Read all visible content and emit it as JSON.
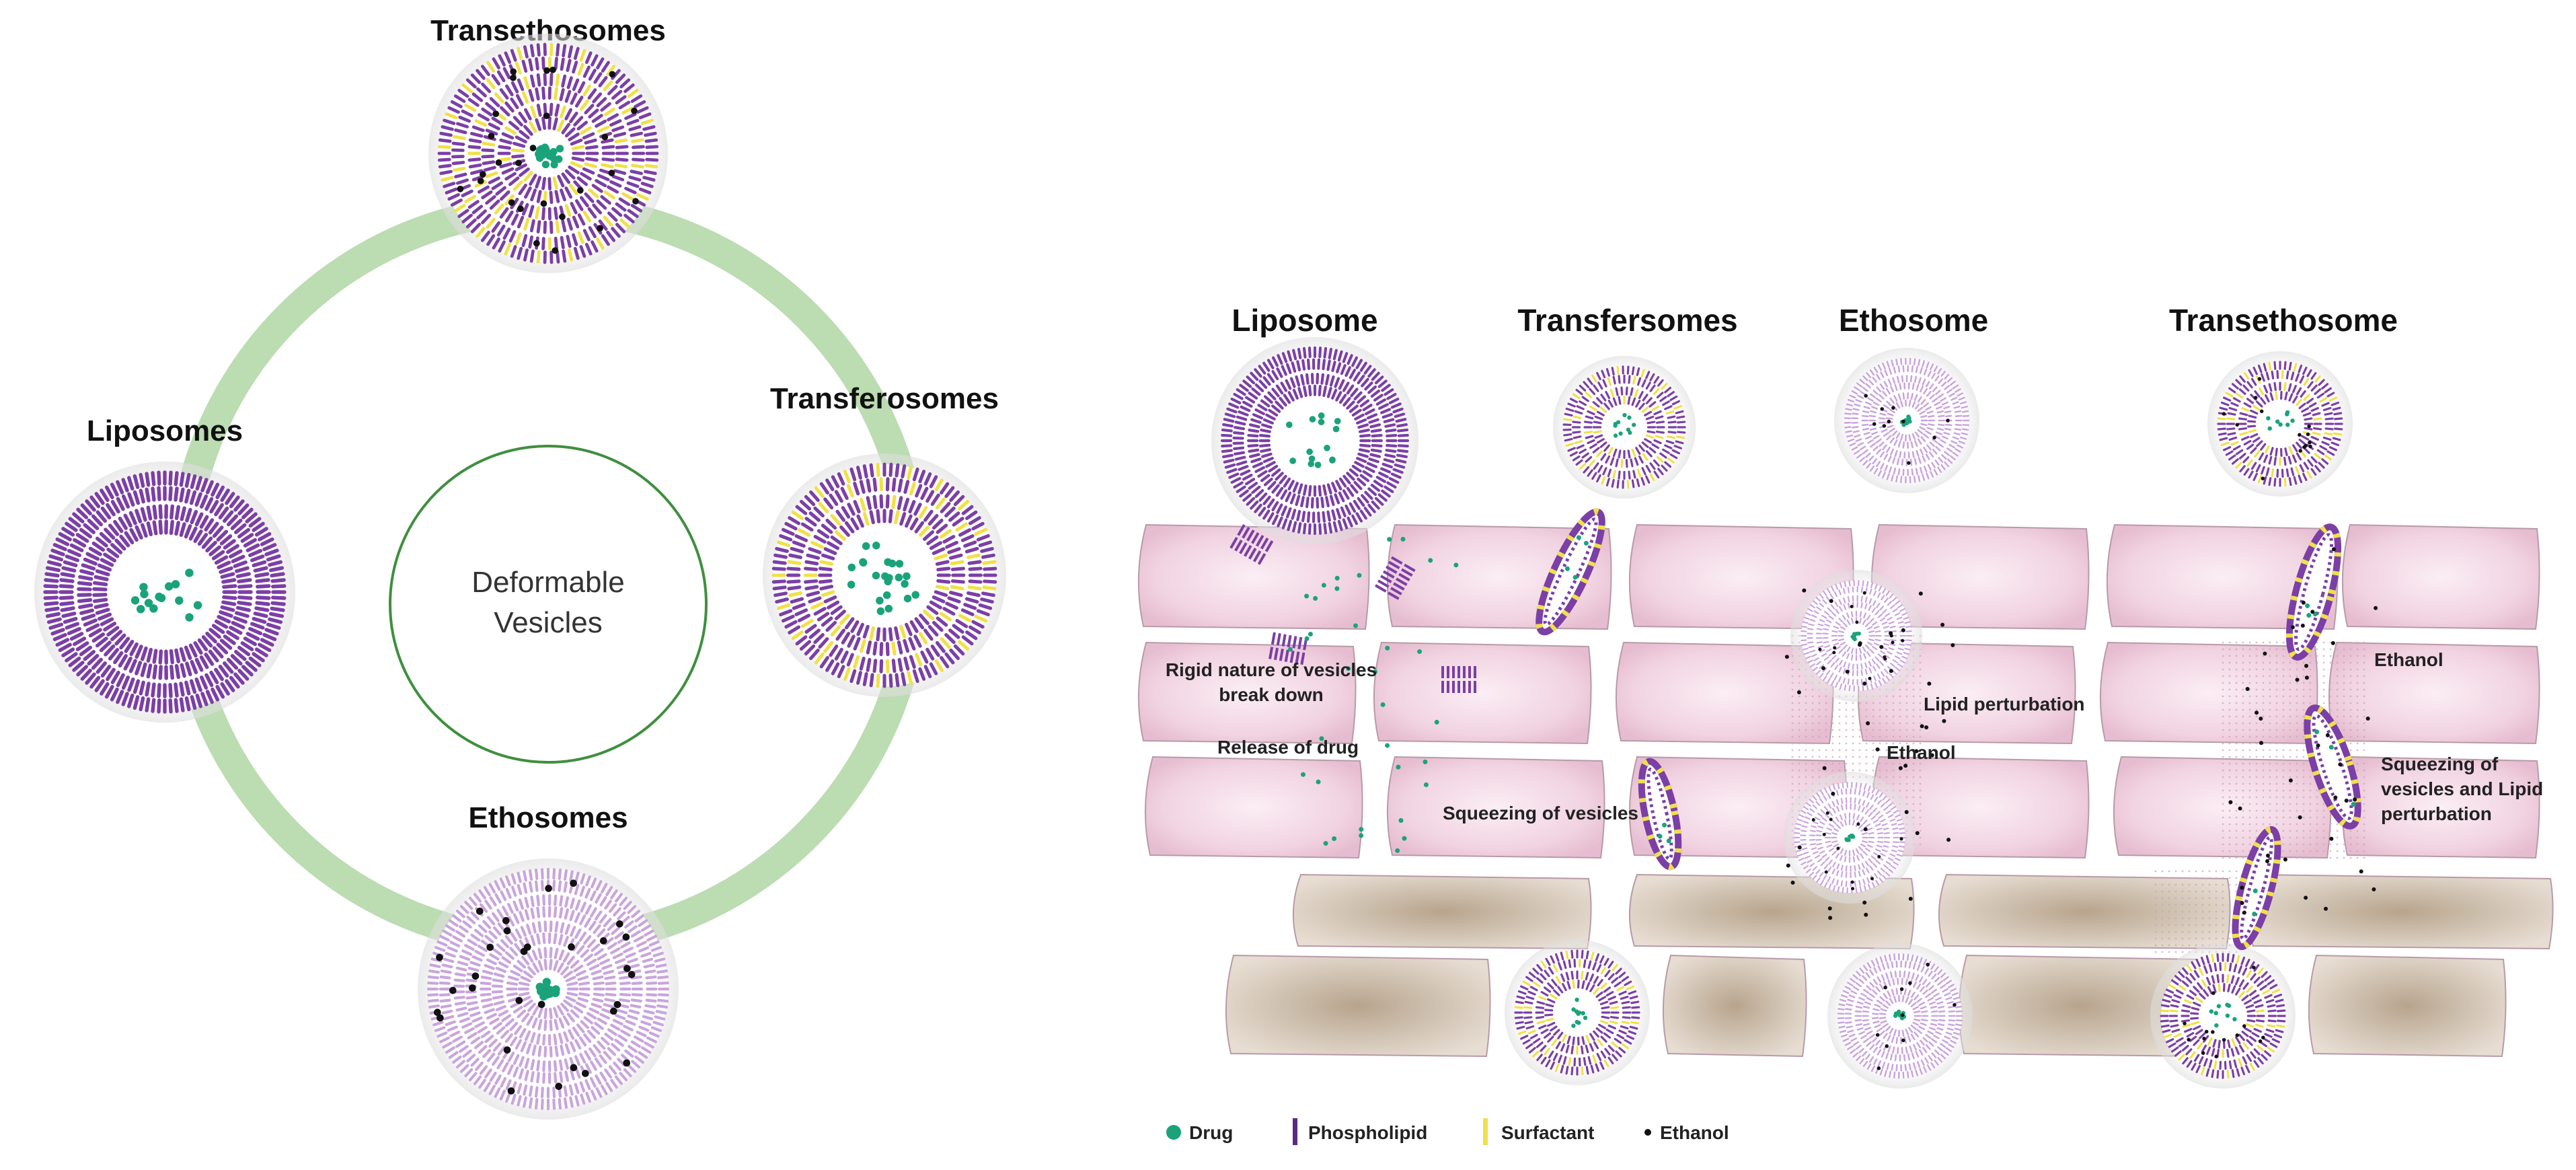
{
  "cycle": {
    "center_label_line1": "Deformable",
    "center_label_line2": "Vesicles",
    "nodes": {
      "top": "Transethosomes",
      "right": "Transferosomes",
      "bottom": "Ethosomes",
      "left": "Liposomes"
    }
  },
  "skin_panel": {
    "column_titles": [
      "Liposome",
      "Transfersomes",
      "Ethosome",
      "Transethosome"
    ],
    "annotations": {
      "rigid_line1": "Rigid nature of vesicles",
      "rigid_line2": "break down",
      "release": "Release of drug",
      "squeezing": "Squeezing of vesicles",
      "lipid_perturbation": "Lipid perturbation",
      "ethanol_mid": "Ethanol",
      "ethanol_right": "Ethanol",
      "squeeze_lipid_line1": "Squeezing of",
      "squeeze_lipid_line2": "vesicles and Lipid",
      "squeeze_lipid_line3": "perturbation"
    }
  },
  "legend": {
    "drug": "Drug",
    "phospholipid": "Phospholipid",
    "surfactant": "Surfactant",
    "ethanol": "Ethanol"
  },
  "colors": {
    "phospholipid": "#7b3fa6",
    "surfactant": "#f0e04a",
    "drug": "#1aa37a",
    "ethanol": "#111111",
    "ring": "#bcdcb2",
    "center_circle": "#3f8f3f",
    "corneocyte": "#f3d8e4",
    "deep_cell": "#cdbfae"
  }
}
